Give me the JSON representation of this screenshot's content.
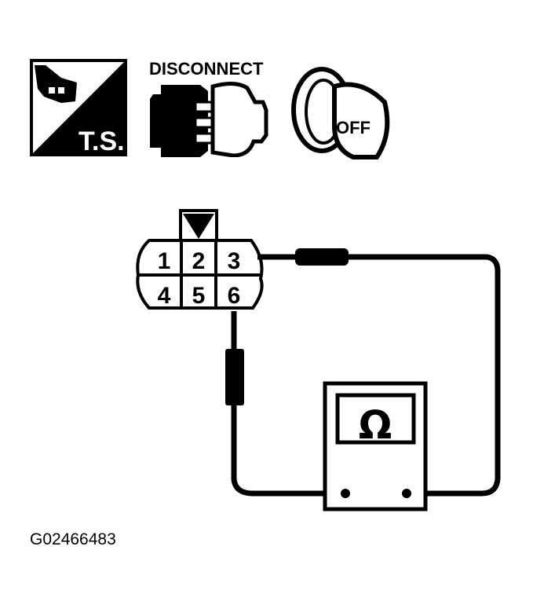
{
  "icons": {
    "test_symbol": {
      "icon": "ts-icon",
      "label": "T.S."
    },
    "disconnect": {
      "icon": "connector-disconnect-icon",
      "label": "DISCONNECT"
    },
    "ignition": {
      "icon": "ignition-key-off-icon",
      "label": "OFF"
    }
  },
  "connector": {
    "pins": [
      "1",
      "2",
      "3",
      "4",
      "5",
      "6"
    ],
    "probe_pins": [
      "3",
      "6"
    ],
    "indicator": "triangle-marker"
  },
  "meter": {
    "symbol": "Ω",
    "type": "ohmmeter"
  },
  "figure_id": "G02466483",
  "colors": {
    "ink": "#000000",
    "background": "#ffffff"
  }
}
